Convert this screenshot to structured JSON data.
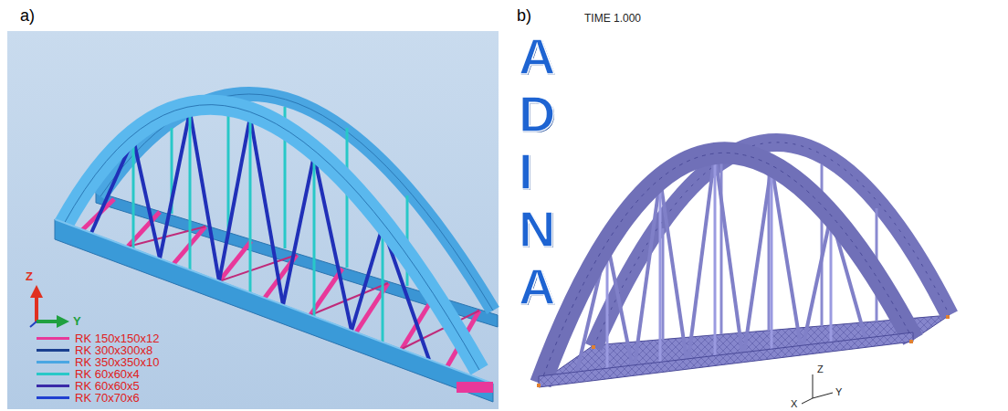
{
  "diagram": {
    "labels": [
      "a)",
      "b)",
      "Z",
      "Y",
      "TIME 1.000",
      "A",
      "D",
      "I",
      "N",
      "A",
      "Z",
      "Y",
      "X"
    ],
    "legend": [
      {
        "text": "RK 150x150x12",
        "color": "#e8389a"
      },
      {
        "text": "RK 300x300x8",
        "color": "#1a3f8f"
      },
      {
        "text": "RK 350x350x10",
        "color": "#4aa6e2"
      },
      {
        "text": "RK 60x60x4",
        "color": "#28c8c8"
      },
      {
        "text": "RK 60x60x5",
        "color": "#3a2aa8"
      },
      {
        "text": "RK 70x70x6",
        "color": "#2040d0"
      }
    ]
  }
}
